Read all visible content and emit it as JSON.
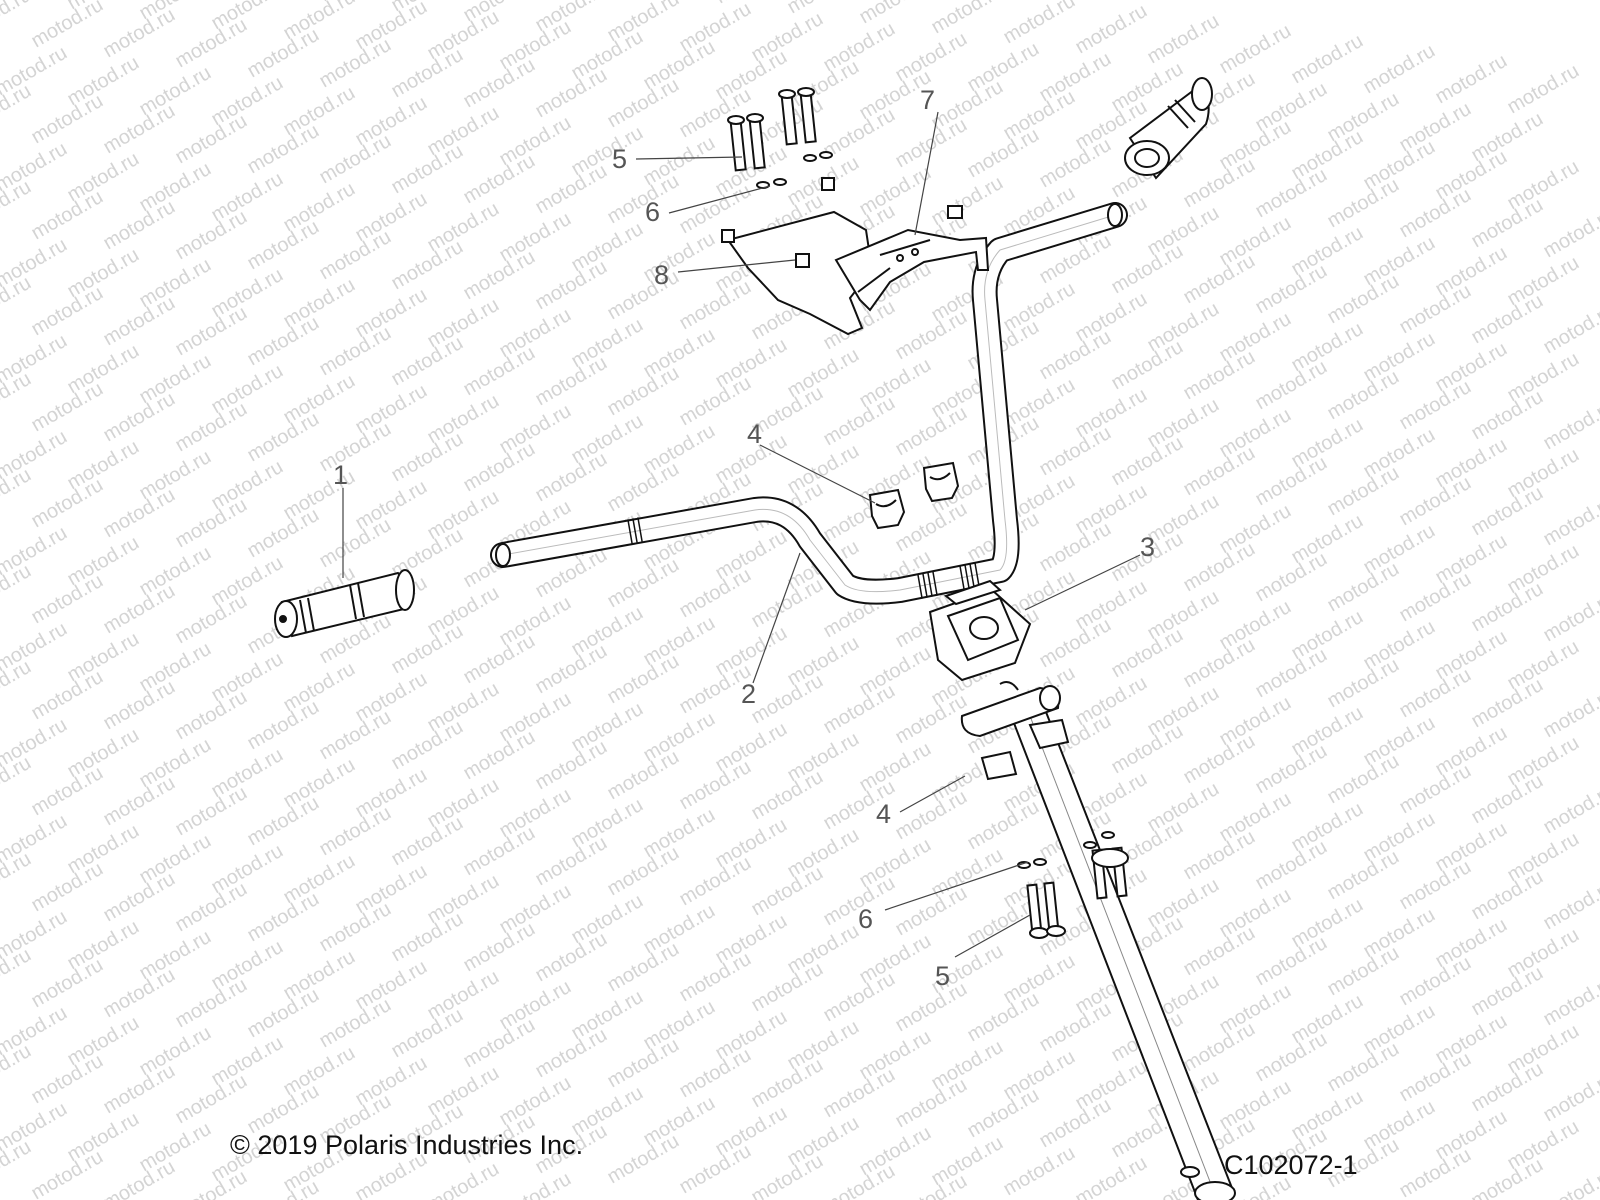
{
  "watermark": {
    "text": "motod.ru"
  },
  "callouts": [
    "1",
    "2",
    "3",
    "4",
    "4",
    "5",
    "5",
    "6",
    "6",
    "7",
    "8"
  ],
  "footer": {
    "copyright": "© 2019 Polaris Industries Inc.",
    "figure_id": "C102072-1"
  }
}
